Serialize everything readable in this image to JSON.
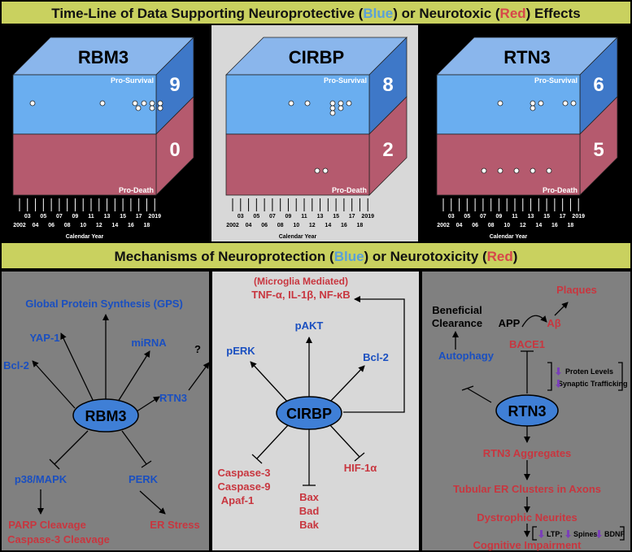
{
  "timeline": {
    "title_parts": [
      "Time-Line of Data Supporting Neuroprotective (",
      "Blue",
      ") or Neurotoxic (",
      "Red",
      ") Effects"
    ],
    "colors": {
      "blue": "#5aa0d8",
      "red": "#d7474a",
      "banner": "#c9d15f",
      "survival": "#6aaef0",
      "death": "#b55a6e"
    },
    "years_top": [
      "03",
      "05",
      "07",
      "09",
      "11",
      "13",
      "15",
      "17",
      "2019"
    ],
    "years_bottom": [
      "2002",
      "04",
      "06",
      "08",
      "10",
      "12",
      "14",
      "16",
      "18"
    ],
    "xlabel": "Calendar Year",
    "pro_survival_label": "Pro-Survival",
    "pro_death_label": "Pro-Death",
    "panels": [
      {
        "name": "RBM3",
        "survival": "9",
        "death": "0"
      },
      {
        "name": "CIRBP",
        "survival": "8",
        "death": "2"
      },
      {
        "name": "RTN3",
        "survival": "6",
        "death": "5"
      }
    ]
  },
  "mechanisms": {
    "title_parts": [
      "Mechanisms of Neuroprotection (",
      "Blue",
      ") or Neurotoxicity (",
      "Red",
      ")"
    ],
    "rbm3": {
      "center": "RBM3",
      "gps": "Global Protein Synthesis (GPS)",
      "yap": "YAP-1",
      "mirna": "miRNA",
      "bcl2": "Bcl-2",
      "rtn3": "RTN3",
      "question": "?",
      "p38": "p38/MAPK",
      "perk": "PERK",
      "parp": "PARP Cleavage",
      "casp3": "Caspase-3 Cleavage",
      "er": "ER Stress"
    },
    "cirbp": {
      "center": "CIRBP",
      "microglia": "(Microglia Mediated)",
      "tnf": "TNF-α, IL-1β, NF-κB",
      "pakt": "pAKT",
      "perk": "pERK",
      "bcl2": "Bcl-2",
      "casp3": "Caspase-3",
      "casp9": "Caspase-9",
      "apaf": "Apaf-1",
      "bax": "Bax",
      "bad": "Bad",
      "bak": "Bak",
      "hif": "HIF-1α"
    },
    "rtn3": {
      "center": "RTN3",
      "plaques": "Plaques",
      "beneficial": "Beneficial",
      "clearance": "Clearance",
      "app": "APP",
      "abeta": "Aβ",
      "bace1": "BACE1",
      "autophagy": "Autophagy",
      "protein_levels": "Proten Levels",
      "synaptic": "Synaptic Trafficking",
      "aggregates": "RTN3 Aggregates",
      "tubular": "Tubular ER Clusters in Axons",
      "dystrophic": "Dystrophic Neurites",
      "ltp": "LTP;",
      "spines": "Spines;",
      "bdnf": "BDNF",
      "cognitive": "Cognitive Impairment"
    }
  }
}
